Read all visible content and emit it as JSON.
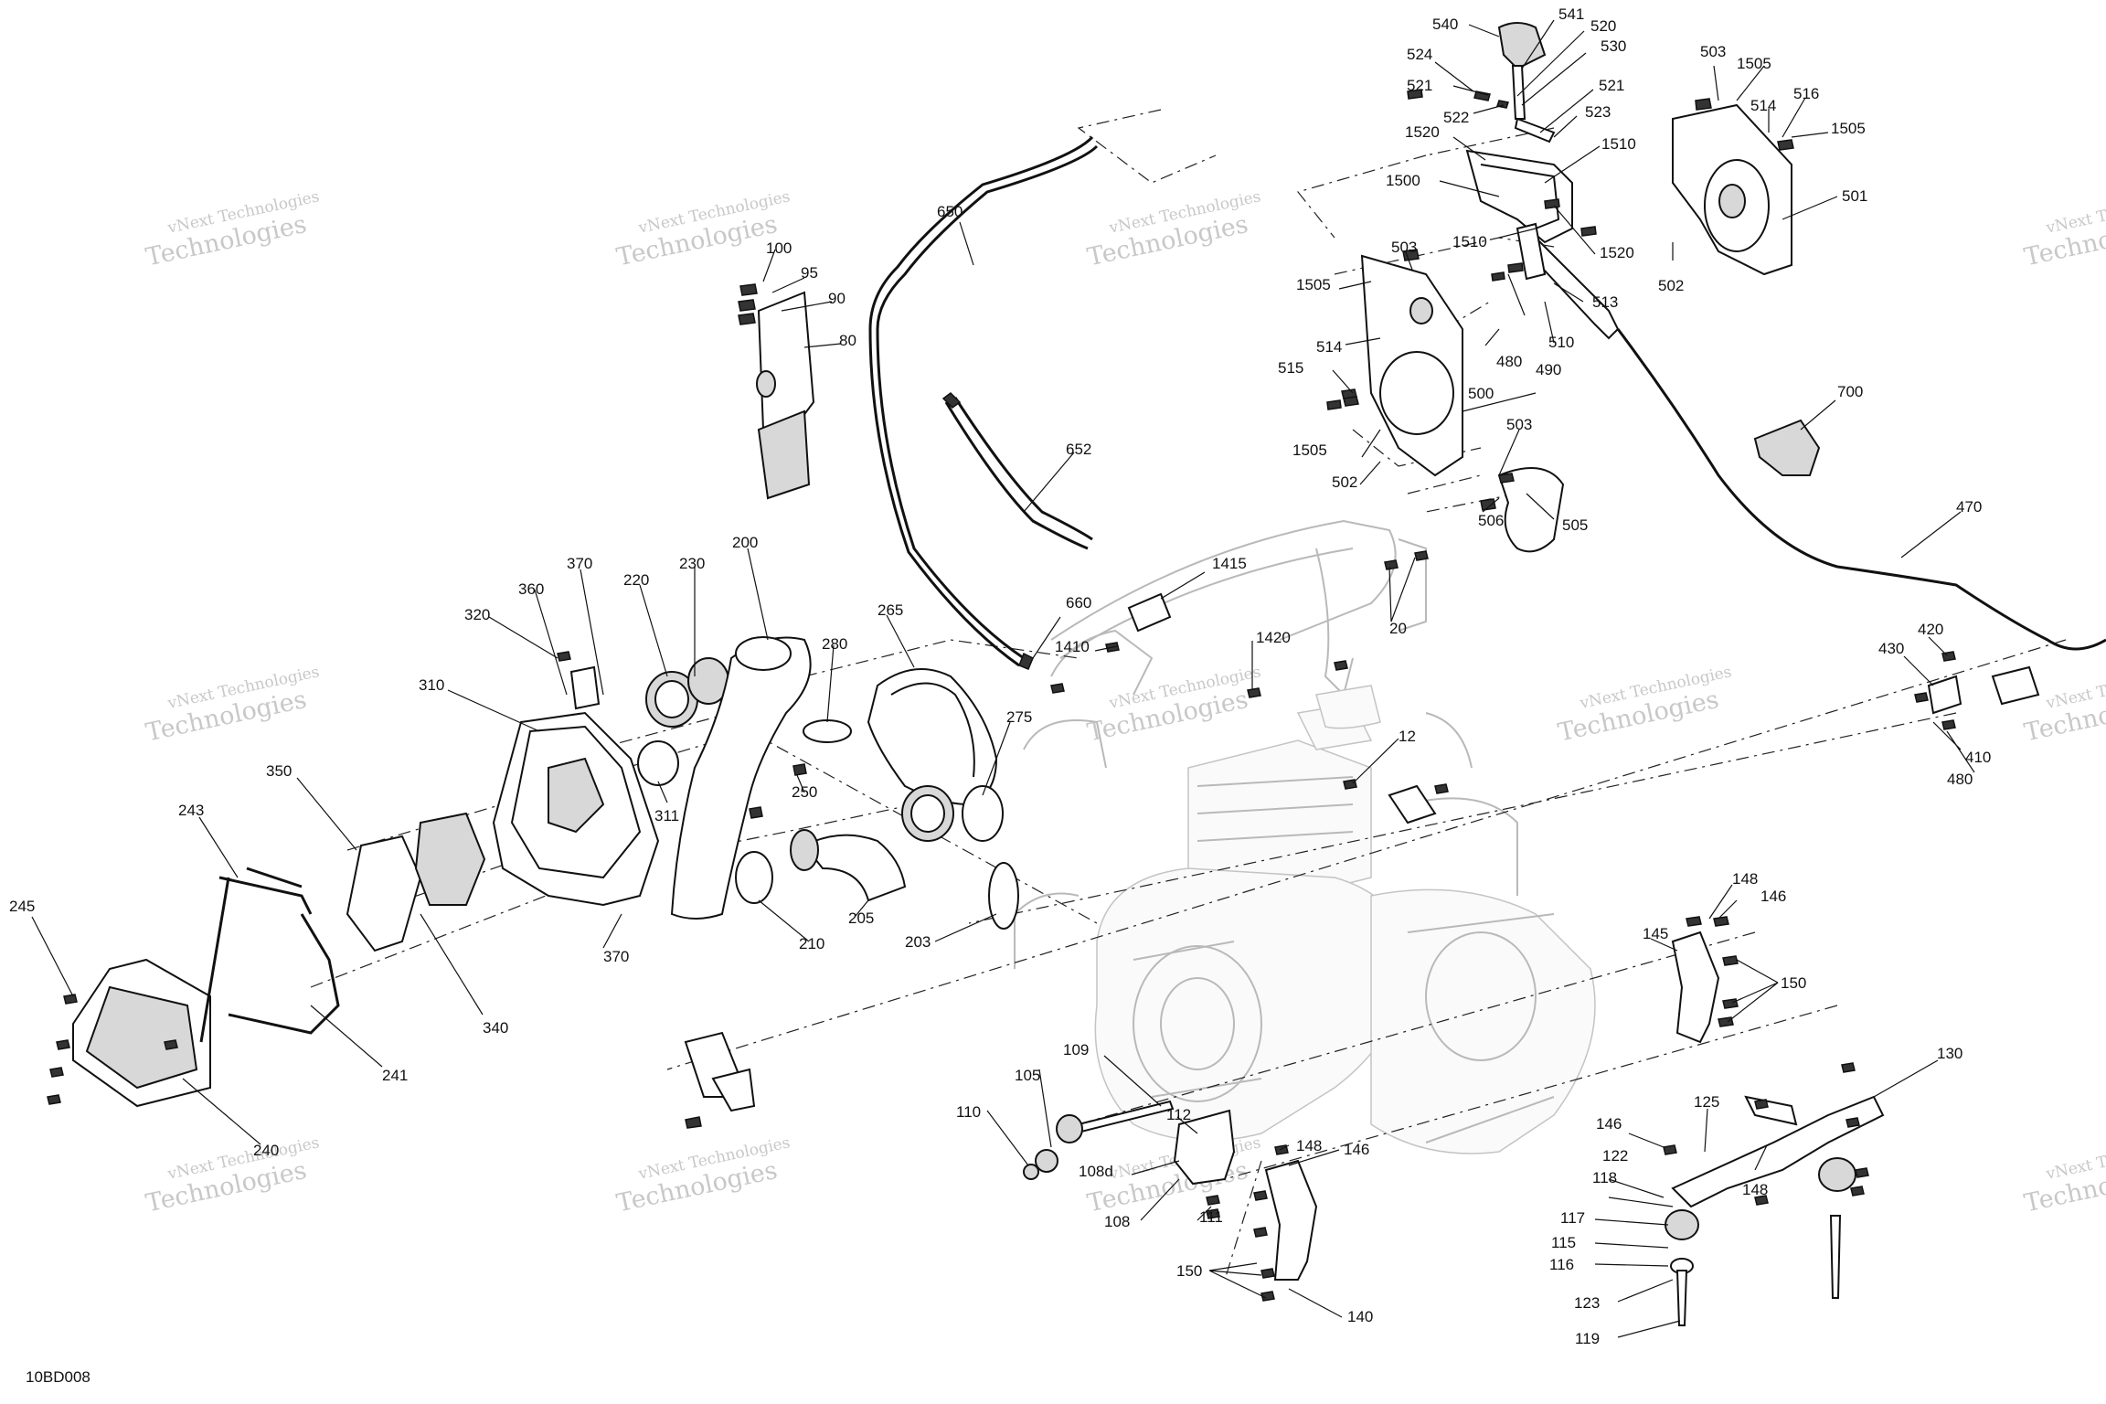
{
  "document_code": "10BD008",
  "watermark": {
    "line1": "vNext Technologies",
    "line2": "Technologies"
  },
  "callouts": [
    {
      "id": "c540",
      "text": "540"
    },
    {
      "id": "c541",
      "text": "541"
    },
    {
      "id": "c520",
      "text": "520"
    },
    {
      "id": "c530",
      "text": "530"
    },
    {
      "id": "c524",
      "text": "524"
    },
    {
      "id": "c521a",
      "text": "521"
    },
    {
      "id": "c521b",
      "text": "521"
    },
    {
      "id": "c522",
      "text": "522"
    },
    {
      "id": "c523",
      "text": "523"
    },
    {
      "id": "c1520a",
      "text": "1520"
    },
    {
      "id": "c1510a",
      "text": "1510"
    },
    {
      "id": "c1500",
      "text": "1500"
    },
    {
      "id": "c1510b",
      "text": "1510"
    },
    {
      "id": "c1520b",
      "text": "1520"
    },
    {
      "id": "c503a",
      "text": "503"
    },
    {
      "id": "c1505a",
      "text": "1505"
    },
    {
      "id": "c514a",
      "text": "514"
    },
    {
      "id": "c516",
      "text": "516"
    },
    {
      "id": "c1505b",
      "text": "1505"
    },
    {
      "id": "c501",
      "text": "501"
    },
    {
      "id": "c502a",
      "text": "502"
    },
    {
      "id": "c503b",
      "text": "503"
    },
    {
      "id": "c1505c",
      "text": "1505"
    },
    {
      "id": "c514b",
      "text": "514"
    },
    {
      "id": "c515",
      "text": "515"
    },
    {
      "id": "c513",
      "text": "513"
    },
    {
      "id": "c510",
      "text": "510"
    },
    {
      "id": "c480a",
      "text": "480"
    },
    {
      "id": "c490",
      "text": "490"
    },
    {
      "id": "c500",
      "text": "500"
    },
    {
      "id": "c1505d",
      "text": "1505"
    },
    {
      "id": "c502b",
      "text": "502"
    },
    {
      "id": "c503c",
      "text": "503"
    },
    {
      "id": "c506",
      "text": "506"
    },
    {
      "id": "c505",
      "text": "505"
    },
    {
      "id": "c700",
      "text": "700"
    },
    {
      "id": "c470",
      "text": "470"
    },
    {
      "id": "c650",
      "text": "650"
    },
    {
      "id": "c652",
      "text": "652"
    },
    {
      "id": "c100",
      "text": "100"
    },
    {
      "id": "c95",
      "text": "95"
    },
    {
      "id": "c90",
      "text": "90"
    },
    {
      "id": "c80",
      "text": "80"
    },
    {
      "id": "c200",
      "text": "200"
    },
    {
      "id": "c230",
      "text": "230"
    },
    {
      "id": "c220",
      "text": "220"
    },
    {
      "id": "c370a",
      "text": "370"
    },
    {
      "id": "c360",
      "text": "360"
    },
    {
      "id": "c320",
      "text": "320"
    },
    {
      "id": "c310",
      "text": "310"
    },
    {
      "id": "c280",
      "text": "280"
    },
    {
      "id": "c265",
      "text": "265"
    },
    {
      "id": "c275",
      "text": "275"
    },
    {
      "id": "c250",
      "text": "250"
    },
    {
      "id": "c311",
      "text": "311"
    },
    {
      "id": "c205",
      "text": "205"
    },
    {
      "id": "c210",
      "text": "210"
    },
    {
      "id": "c203",
      "text": "203"
    },
    {
      "id": "c370b",
      "text": "370"
    },
    {
      "id": "c350",
      "text": "350"
    },
    {
      "id": "c243",
      "text": "243"
    },
    {
      "id": "c245",
      "text": "245"
    },
    {
      "id": "c340",
      "text": "340"
    },
    {
      "id": "c241",
      "text": "241"
    },
    {
      "id": "c240",
      "text": "240"
    },
    {
      "id": "c1415",
      "text": "1415"
    },
    {
      "id": "c660",
      "text": "660"
    },
    {
      "id": "c1410",
      "text": "1410"
    },
    {
      "id": "c1420",
      "text": "1420"
    },
    {
      "id": "c20",
      "text": "20"
    },
    {
      "id": "c12",
      "text": "12"
    },
    {
      "id": "c430",
      "text": "430"
    },
    {
      "id": "c420",
      "text": "420"
    },
    {
      "id": "c410",
      "text": "410"
    },
    {
      "id": "c480b",
      "text": "480"
    },
    {
      "id": "c148a",
      "text": "148"
    },
    {
      "id": "c146a",
      "text": "146"
    },
    {
      "id": "c145",
      "text": "145"
    },
    {
      "id": "c150a",
      "text": "150"
    },
    {
      "id": "c130",
      "text": "130"
    },
    {
      "id": "c125",
      "text": "125"
    },
    {
      "id": "c146b",
      "text": "146"
    },
    {
      "id": "c122",
      "text": "122"
    },
    {
      "id": "c118",
      "text": "118"
    },
    {
      "id": "c148b",
      "text": "148"
    },
    {
      "id": "c117",
      "text": "117"
    },
    {
      "id": "c115",
      "text": "115"
    },
    {
      "id": "c116",
      "text": "116"
    },
    {
      "id": "c123",
      "text": "123"
    },
    {
      "id": "c119",
      "text": "119"
    },
    {
      "id": "c109",
      "text": "109"
    },
    {
      "id": "c105",
      "text": "105"
    },
    {
      "id": "c110",
      "text": "110"
    },
    {
      "id": "c112",
      "text": "112"
    },
    {
      "id": "c108d",
      "text": "108d"
    },
    {
      "id": "c108",
      "text": "108"
    },
    {
      "id": "c111",
      "text": "111"
    },
    {
      "id": "c148c",
      "text": "148"
    },
    {
      "id": "c146c",
      "text": "146"
    },
    {
      "id": "c150b",
      "text": "150"
    },
    {
      "id": "c140",
      "text": "140"
    }
  ]
}
